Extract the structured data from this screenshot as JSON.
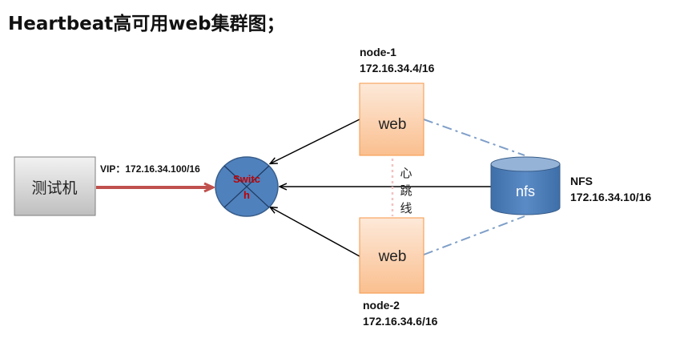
{
  "title": "Heartbeat高可用web集群图；",
  "test_machine": {
    "label": "测试机"
  },
  "vip": {
    "text": "VIP：172.16.34.100/16"
  },
  "switch": {
    "label_line1": "Switc",
    "label_line2": "h"
  },
  "node1": {
    "name": "node-1",
    "ip": "172.16.34.4/16",
    "box_label": "web"
  },
  "node2": {
    "name": "node-2",
    "ip": "172.16.34.6/16",
    "box_label": "web"
  },
  "heartbeat": {
    "chars": [
      "心",
      "跳",
      "线"
    ]
  },
  "nfs": {
    "box_label": "nfs",
    "name": "NFS",
    "ip": "172.16.34.10/16"
  },
  "colors": {
    "switch_fill": "#4f81bd",
    "switch_stroke": "#385d8a",
    "switch_text": "#c00000",
    "vip_arrow": "#c0504d",
    "web_fill_top": "#fde9d9",
    "web_fill_bottom": "#fabf8f",
    "web_stroke": "#f79646",
    "nfs_fill": "#4f81bd",
    "dashdot": "#7f9fc8"
  }
}
